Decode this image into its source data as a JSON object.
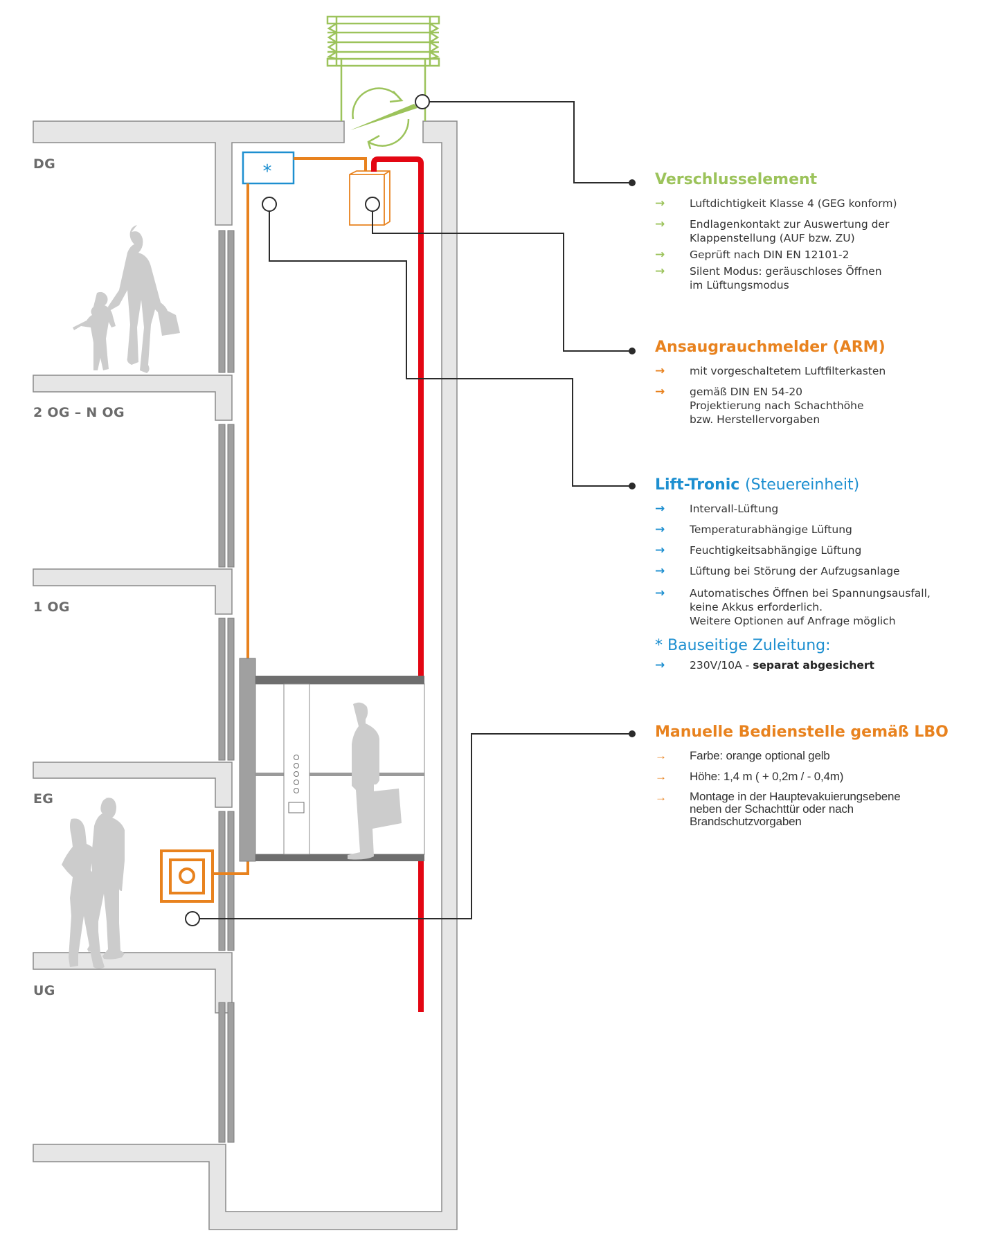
{
  "colors": {
    "green": "#9cc35b",
    "orange": "#e8821e",
    "blue": "#1d8fd0",
    "red": "#e30613",
    "wall_fill": "#e6e6e6",
    "wall_stroke": "#8a8a8a",
    "door": "#a0a0a0",
    "silhouette": "#cccccc",
    "connector": "#2b2b2b"
  },
  "floors": [
    "DG",
    "2 OG – N OG",
    "1 OG",
    "EG",
    "UG"
  ],
  "diagram": {
    "control_unit_symbol": "*",
    "icons": [
      "louver-vent-icon",
      "rotating-flap-icon",
      "smoke-detector-box-icon",
      "manual-call-point-icon",
      "elevator-cabin-icon"
    ]
  },
  "sections": [
    {
      "id": "verschlusselement",
      "title": "Verschlusselement",
      "color": "green",
      "items": [
        "Luftdichtigkeit Klasse 4 (GEG konform)",
        "Endlagenkontakt zur Auswertung der\nKlappenstellung (AUF bzw. ZU)",
        "Geprüft nach DIN EN 12101-2",
        "Silent Modus: geräuschloses Öffnen\nim Lüftungsmodus"
      ]
    },
    {
      "id": "arm",
      "title": "Ansaugrauchmelder (ARM)",
      "color": "orange",
      "items": [
        "mit vorgeschaltetem Luftfilterkasten",
        "gemäß DIN EN 54-20\nProjektierung nach Schachthöhe\nbzw. Herstellervorgaben"
      ]
    },
    {
      "id": "lift-tronic",
      "title": "Lift-Tronic",
      "title_suffix": "(Steuereinheit)",
      "color": "blue",
      "items": [
        "Intervall-Lüftung",
        "Temperaturabhängige Lüftung",
        "Feuchtigkeitsabhängige Lüftung",
        "Lüftung bei Störung der Aufzugsanlage",
        "Automatisches Öffnen bei Spannungsausfall,\nkeine Akkus erforderlich.\nWeitere Optionen auf Anfrage möglich"
      ],
      "sub_title": "* Bauseitige Zuleitung:",
      "sub_item_plain": "230V/10A - ",
      "sub_item_bold": "separat abgesichert"
    },
    {
      "id": "manuelle",
      "title": "Manuelle Bedienstelle gemäß LBO",
      "color": "orange",
      "items": [
        "Farbe: orange optional gelb",
        "Höhe: 1,4 m ( + 0,2m / - 0,4m)",
        "Montage in der Hauptevakuierungsebene\nneben der Schachttür oder nach\nBrandschutzvorgaben"
      ]
    }
  ],
  "arrow_glyph": "→"
}
